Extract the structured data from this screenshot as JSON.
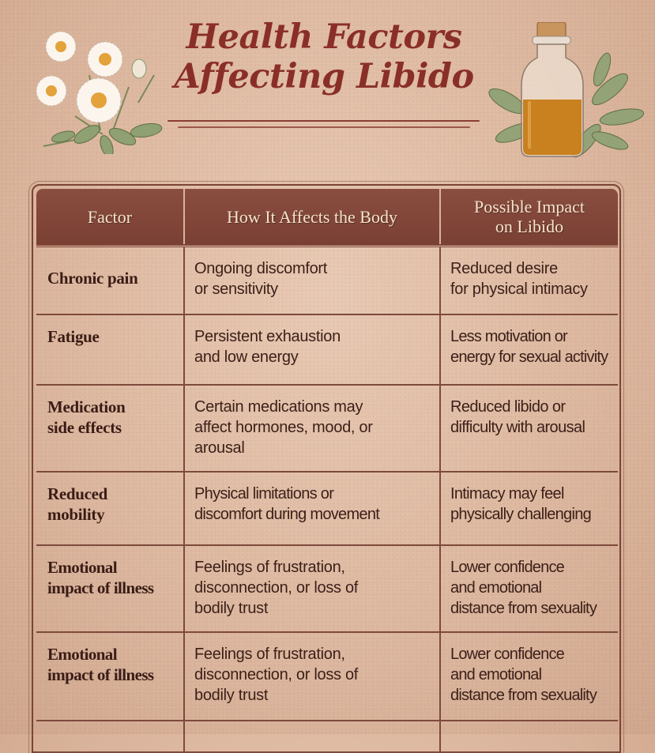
{
  "header": {
    "title_line1": "Health Factors",
    "title_line2": "Affecting Libido",
    "left_ornament": "daisy-flowers-illustration",
    "right_ornament": "oil-bottle-with-leaves-illustration"
  },
  "table": {
    "columns": [
      "Factor",
      "How It Affects the Body",
      "Possible Impact on Libido"
    ],
    "column_lines": [
      [
        "Factor"
      ],
      [
        "How It Affects the Body"
      ],
      [
        "Possible Impact",
        "on Libido"
      ]
    ],
    "rows": [
      {
        "factor": [
          "Chronic pain"
        ],
        "effect": [
          "Ongoing discomfort",
          "or sensitivity"
        ],
        "impact": [
          "Reduced desire",
          "for physical intimacy"
        ]
      },
      {
        "factor": [
          "Fatigue"
        ],
        "effect": [
          "Persistent exhaustion",
          "and low energy"
        ],
        "impact": [
          "Less motivation or",
          "energy for sexual activity"
        ]
      },
      {
        "factor": [
          "Medication",
          "side effects"
        ],
        "effect": [
          "Certain medications may",
          "affect hormones, mood, or",
          "arousal"
        ],
        "impact": [
          "Reduced libido or",
          "difficulty with arousal"
        ]
      },
      {
        "factor": [
          "Reduced",
          "mobility"
        ],
        "effect": [
          "Physical limitations or",
          "discomfort during movement"
        ],
        "impact": [
          "Intimacy may feel",
          "physically challenging"
        ]
      },
      {
        "factor": [
          "Emotional",
          "impact of illness"
        ],
        "effect": [
          "Feelings of frustration,",
          "disconnection, or loss of",
          "bodily trust"
        ],
        "impact": [
          "Lower confidence",
          "and emotional",
          "distance from sexuality"
        ]
      },
      {
        "factor": [
          "Emotional",
          "impact of illness"
        ],
        "effect": [
          "Feelings of frustration,",
          "disconnection, or loss of",
          "bodily trust"
        ],
        "impact": [
          "Lower confidence",
          "and emotional",
          "distance from sexuality"
        ]
      }
    ]
  },
  "colors": {
    "title": "#8a2f28",
    "header_bg": "#7f4537",
    "header_text": "#f6e3cc",
    "border": "#7d4a3c",
    "body_text": "#3b1f18",
    "parchment": "#e3c0a8"
  }
}
